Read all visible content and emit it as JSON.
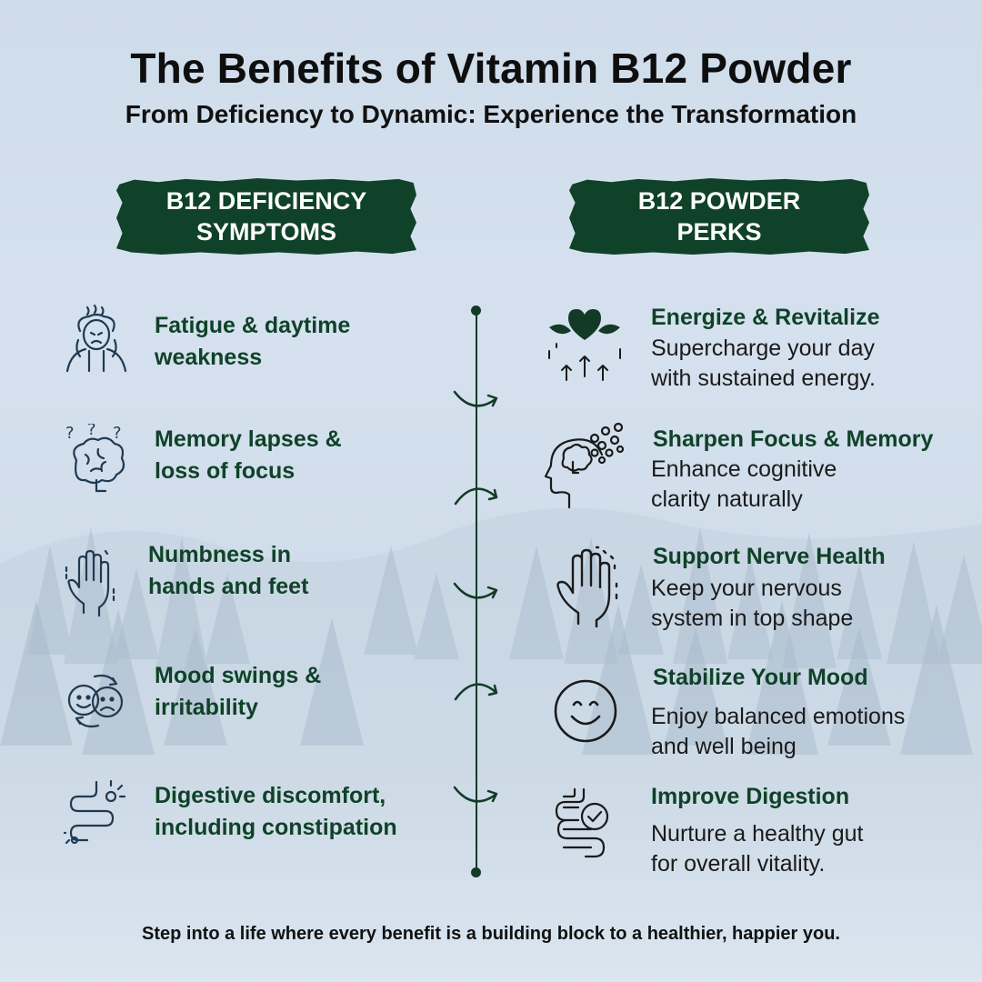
{
  "title": "The Benefits of Vitamin B12 Powder",
  "subtitle": "From Deficiency to Dynamic: Experience the Transformation",
  "colors": {
    "accent": "#0f4228",
    "icon": "#1f3a52",
    "text": "#111111"
  },
  "left_banner": {
    "line1": "B12 DEFICIENCY",
    "line2": "SYMPTOMS"
  },
  "right_banner": {
    "line1": "B12 POWDER",
    "line2": "PERKS"
  },
  "symptoms": [
    {
      "icon": "tired-person-icon",
      "line1": "Fatigue & daytime",
      "line2": "weakness"
    },
    {
      "icon": "confused-brain-icon",
      "line1": "Memory lapses &",
      "line2": "loss of focus"
    },
    {
      "icon": "tingling-hand-icon",
      "line1": "Numbness in",
      "line2": "hands and feet"
    },
    {
      "icon": "mood-faces-icon",
      "line1": "Mood swings &",
      "line2": "irritability"
    },
    {
      "icon": "intestine-icon",
      "line1": "Digestive discomfort,",
      "line2": "including constipation"
    }
  ],
  "perks": [
    {
      "icon": "heart-energy-icon",
      "title": "Energize & Revitalize",
      "desc1": "Supercharge your day",
      "desc2": "with sustained energy."
    },
    {
      "icon": "head-brain-icon",
      "title": "Sharpen Focus & Memory",
      "desc1": "Enhance cognitive",
      "desc2": "clarity naturally"
    },
    {
      "icon": "healthy-hand-icon",
      "title": "Support Nerve Health",
      "desc1": "Keep your nervous",
      "desc2": "system in top shape"
    },
    {
      "icon": "smiley-icon",
      "title": "Stabilize Your Mood",
      "desc1": "Enjoy balanced emotions",
      "desc2": "and well being"
    },
    {
      "icon": "gut-check-icon",
      "title": "Improve Digestion",
      "desc1": "Nurture a healthy gut",
      "desc2": "for overall vitality."
    }
  ],
  "footer": "Step into a life where every benefit is a building block to a healthier, happier you."
}
